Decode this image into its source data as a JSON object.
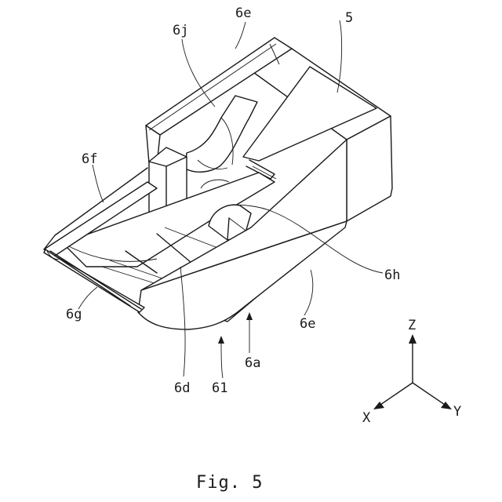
{
  "caption": "Fig. 5",
  "labels": {
    "l5": "5",
    "l6e_top": "6e",
    "l6j": "6j",
    "l6f": "6f",
    "l6g": "6g",
    "l6h": "6h",
    "l6e_right": "6e",
    "l6a": "6a",
    "l6d": "6d",
    "l61": "61"
  },
  "axes": {
    "z": "Z",
    "x": "X",
    "y": "Y"
  }
}
